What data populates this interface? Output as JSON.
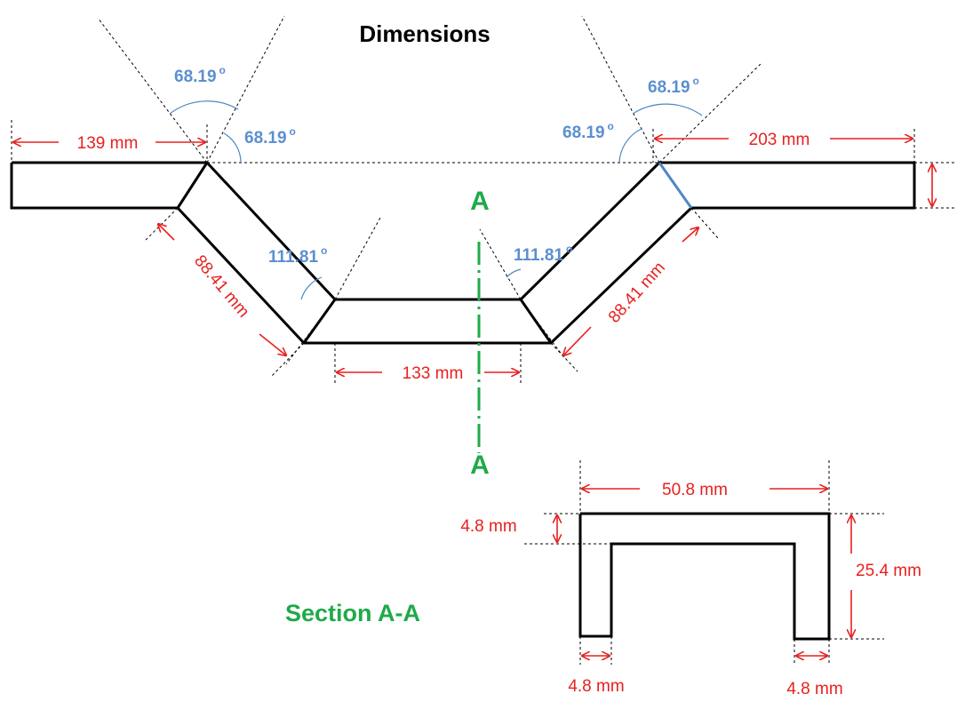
{
  "title": "Dimensions",
  "colors": {
    "dimension": "#e8201e",
    "angle": "#5b8fd0",
    "section": "#1faa4a",
    "outline": "#000000"
  },
  "angles": {
    "top_left_outer": "68.19",
    "top_left_inner": "68.19",
    "top_right_outer": "68.19",
    "top_right_inner": "68.19",
    "bottom_left": "111.81",
    "bottom_right": "111.81",
    "unit": "o"
  },
  "dimensions": {
    "left_flange": "139 mm",
    "right_flange": "203 mm",
    "left_leg": "88.41 mm",
    "right_leg": "88.41 mm",
    "bottom": "133 mm"
  },
  "section_marker": {
    "top": "A",
    "bottom": "A"
  },
  "section": {
    "title": "Section A-A",
    "width": "50.8 mm",
    "height": "25.4 mm",
    "top_thickness": "4.8 mm",
    "left_thickness": "4.8 mm",
    "right_thickness": "4.8 mm"
  }
}
